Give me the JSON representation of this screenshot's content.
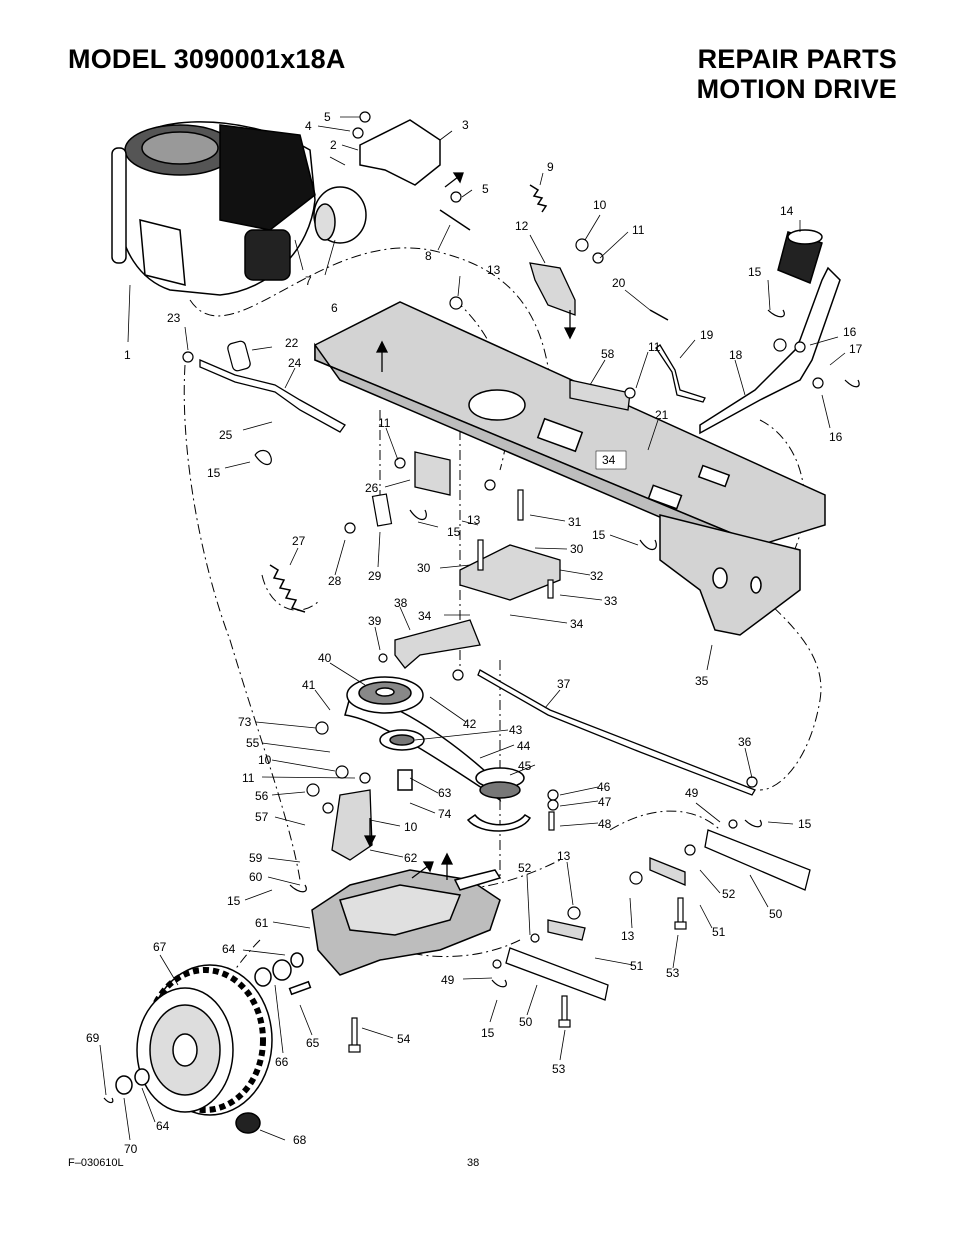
{
  "header": {
    "model": "MODEL 3090001x18A",
    "section_line1": "REPAIR PARTS",
    "section_line2": "MOTION DRIVE"
  },
  "footer": {
    "figure_code": "F–030610L",
    "page_number": "38"
  },
  "callouts": [
    {
      "id": "c1",
      "text": "1"
    },
    {
      "id": "c2",
      "text": "2"
    },
    {
      "id": "c3",
      "text": "3"
    },
    {
      "id": "c4",
      "text": "4"
    },
    {
      "id": "c5a",
      "text": "5"
    },
    {
      "id": "c5b",
      "text": "5"
    },
    {
      "id": "c6",
      "text": "6"
    },
    {
      "id": "c7",
      "text": "7"
    },
    {
      "id": "c8",
      "text": "8"
    },
    {
      "id": "c9",
      "text": "9"
    },
    {
      "id": "c10a",
      "text": "10"
    },
    {
      "id": "c11a",
      "text": "11"
    },
    {
      "id": "c12",
      "text": "12"
    },
    {
      "id": "c13a",
      "text": "13"
    },
    {
      "id": "c14",
      "text": "14"
    },
    {
      "id": "c15a",
      "text": "15"
    },
    {
      "id": "c16a",
      "text": "16"
    },
    {
      "id": "c17",
      "text": "17"
    },
    {
      "id": "c16b",
      "text": "16"
    },
    {
      "id": "c18",
      "text": "18"
    },
    {
      "id": "c19",
      "text": "19"
    },
    {
      "id": "c20",
      "text": "20"
    },
    {
      "id": "c11b",
      "text": "11"
    },
    {
      "id": "c58",
      "text": "58"
    },
    {
      "id": "c21",
      "text": "21"
    },
    {
      "id": "c22",
      "text": "22"
    },
    {
      "id": "c23",
      "text": "23"
    },
    {
      "id": "c24",
      "text": "24"
    },
    {
      "id": "c25",
      "text": "25"
    },
    {
      "id": "c15b",
      "text": "15"
    },
    {
      "id": "c11c",
      "text": "11"
    },
    {
      "id": "c34a",
      "text": "34"
    },
    {
      "id": "c26",
      "text": "26"
    },
    {
      "id": "c15c",
      "text": "15"
    },
    {
      "id": "c13b",
      "text": "13"
    },
    {
      "id": "c31",
      "text": "31"
    },
    {
      "id": "c15d",
      "text": "15"
    },
    {
      "id": "c30a",
      "text": "30"
    },
    {
      "id": "c30b",
      "text": "30"
    },
    {
      "id": "c32",
      "text": "32"
    },
    {
      "id": "c33",
      "text": "33"
    },
    {
      "id": "c27",
      "text": "27"
    },
    {
      "id": "c28",
      "text": "28"
    },
    {
      "id": "c29",
      "text": "29"
    },
    {
      "id": "c38",
      "text": "38"
    },
    {
      "id": "c34b",
      "text": "34"
    },
    {
      "id": "c34c",
      "text": "34"
    },
    {
      "id": "c39",
      "text": "39"
    },
    {
      "id": "c40",
      "text": "40"
    },
    {
      "id": "c41",
      "text": "41"
    },
    {
      "id": "c35",
      "text": "35"
    },
    {
      "id": "c37",
      "text": "37"
    },
    {
      "id": "c42",
      "text": "42"
    },
    {
      "id": "c43",
      "text": "43"
    },
    {
      "id": "c44",
      "text": "44"
    },
    {
      "id": "c73",
      "text": "73"
    },
    {
      "id": "c55",
      "text": "55"
    },
    {
      "id": "c10b",
      "text": "10"
    },
    {
      "id": "c11d",
      "text": "11"
    },
    {
      "id": "c45",
      "text": "45"
    },
    {
      "id": "c36",
      "text": "36"
    },
    {
      "id": "c56",
      "text": "56"
    },
    {
      "id": "c63",
      "text": "63"
    },
    {
      "id": "c46",
      "text": "46"
    },
    {
      "id": "c47",
      "text": "47"
    },
    {
      "id": "c74",
      "text": "74"
    },
    {
      "id": "c48",
      "text": "48"
    },
    {
      "id": "c57",
      "text": "57"
    },
    {
      "id": "c10c",
      "text": "10"
    },
    {
      "id": "c49a",
      "text": "49"
    },
    {
      "id": "c15e",
      "text": "15"
    },
    {
      "id": "c59",
      "text": "59"
    },
    {
      "id": "c62",
      "text": "62"
    },
    {
      "id": "c60",
      "text": "60"
    },
    {
      "id": "c13c",
      "text": "13"
    },
    {
      "id": "c52a",
      "text": "52"
    },
    {
      "id": "c15f",
      "text": "15"
    },
    {
      "id": "c52b",
      "text": "52"
    },
    {
      "id": "c50a",
      "text": "50"
    },
    {
      "id": "c61",
      "text": "61"
    },
    {
      "id": "c13d",
      "text": "13"
    },
    {
      "id": "c51a",
      "text": "51"
    },
    {
      "id": "c67",
      "text": "67"
    },
    {
      "id": "c64a",
      "text": "64"
    },
    {
      "id": "c51b",
      "text": "51"
    },
    {
      "id": "c53a",
      "text": "53"
    },
    {
      "id": "c49b",
      "text": "49"
    },
    {
      "id": "c50b",
      "text": "50"
    },
    {
      "id": "c15g",
      "text": "15"
    },
    {
      "id": "c69",
      "text": "69"
    },
    {
      "id": "c65",
      "text": "65"
    },
    {
      "id": "c54",
      "text": "54"
    },
    {
      "id": "c66",
      "text": "66"
    },
    {
      "id": "c53b",
      "text": "53"
    },
    {
      "id": "c64b",
      "text": "64"
    },
    {
      "id": "c70",
      "text": "70"
    },
    {
      "id": "c68",
      "text": "68"
    }
  ]
}
